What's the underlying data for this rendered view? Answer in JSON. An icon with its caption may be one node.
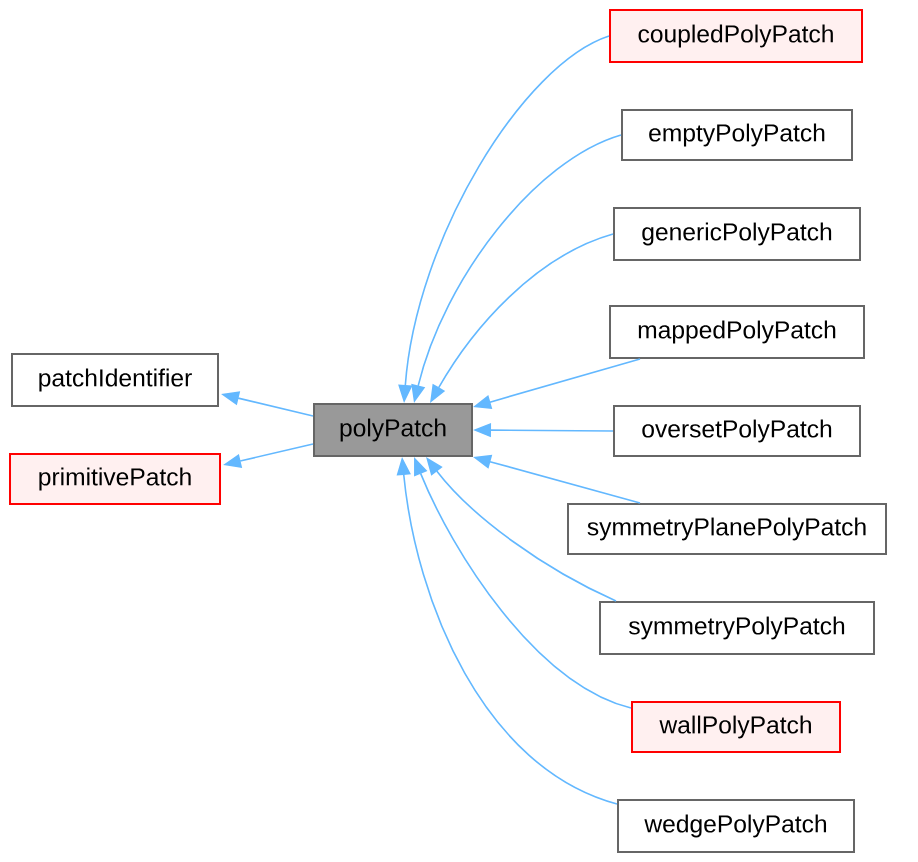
{
  "diagram": {
    "nodes": [
      {
        "text": [
          "patchIdentifier"
        ]
      },
      {
        "text": [
          "primitivePatch"
        ]
      },
      {
        "text": [
          "polyPatch"
        ]
      },
      {
        "text": [
          "coupledPolyPatch"
        ]
      },
      {
        "text": [
          "emptyPolyPatch"
        ]
      },
      {
        "text": [
          "genericPolyPatch"
        ]
      },
      {
        "text": [
          "mappedPolyPatch"
        ]
      },
      {
        "text": [
          "oversetPolyPatch"
        ]
      },
      {
        "text": [
          "symmetryPlanePolyPatch"
        ]
      },
      {
        "text": [
          "symmetryPolyPatch"
        ]
      },
      {
        "text": [
          "wallPolyPatch"
        ]
      },
      {
        "text": [
          "wedgePolyPatch"
        ]
      }
    ],
    "edges": [
      {
        "from": 2,
        "to": 0,
        "arrow": "to"
      },
      {
        "from": 2,
        "to": 1,
        "arrow": "to"
      },
      {
        "from": 3,
        "to": 2,
        "arrow": "to"
      },
      {
        "from": 4,
        "to": 2,
        "arrow": "to"
      },
      {
        "from": 5,
        "to": 2,
        "arrow": "to"
      },
      {
        "from": 6,
        "to": 2,
        "arrow": "to"
      },
      {
        "from": 7,
        "to": 2,
        "arrow": "to"
      },
      {
        "from": 8,
        "to": 2,
        "arrow": "to"
      },
      {
        "from": 9,
        "to": 2,
        "arrow": "to"
      },
      {
        "from": 10,
        "to": 2,
        "arrow": "to"
      },
      {
        "from": 11,
        "to": 2,
        "arrow": "to"
      }
    ]
  }
}
